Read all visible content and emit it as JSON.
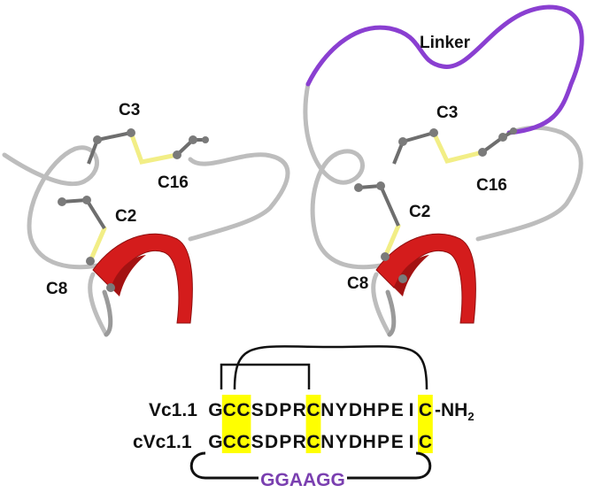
{
  "colors": {
    "backbone": "#bdbdbd",
    "helix": "#d41c1c",
    "linker": "#8a3fd1",
    "disulfide": "#f2ee86",
    "atom": "#7a7a7a",
    "cys_highlight": "#ffff00",
    "linker_seq": "#7a3fb0"
  },
  "left_structure": {
    "labels": {
      "c3": "C3",
      "c16": "C16",
      "c2": "C2",
      "c8": "C8"
    }
  },
  "right_structure": {
    "labels": {
      "c3": "C3",
      "c16": "C16",
      "c2": "C2",
      "c8": "C8",
      "linker": "Linker"
    }
  },
  "sequences": {
    "vc11_name": "Vc1.1",
    "vc11_tail": "-NH",
    "vc11_sub": "2",
    "cvc11_name": "cVc1.1",
    "linker_seq": "GGAAGG",
    "residues": [
      "G",
      "C",
      "C",
      "S",
      "D",
      "P",
      "R",
      "C",
      "N",
      "Y",
      "D",
      "H",
      "P",
      "E",
      "I",
      "C"
    ],
    "highlighted_positions": [
      2,
      3,
      8,
      16
    ]
  }
}
